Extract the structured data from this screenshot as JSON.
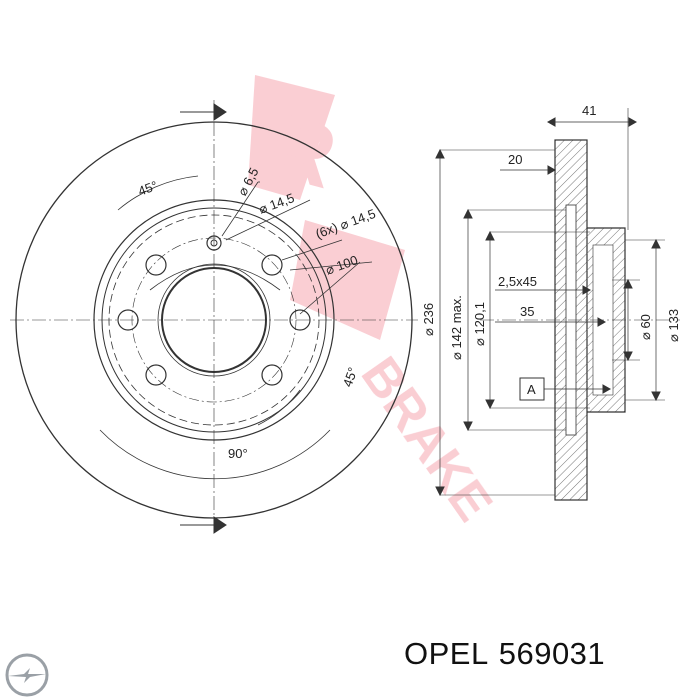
{
  "watermark": {
    "brand_r": "R",
    "brand_text": "BRAKE",
    "color": "#e8203a"
  },
  "front_view": {
    "angle_top": "45°",
    "angle_right": "45°",
    "angle_bottom": "90°",
    "pcd": "⌀ 100",
    "hole_small": "⌀ 6,5",
    "hole_large": "⌀ 14,5",
    "bolt_holes": "(6x) ⌀ 14,5"
  },
  "side_view": {
    "width_total": "41",
    "width_inner": "20",
    "chamfer": "2,5x45",
    "depth": "35",
    "diam_outer": "⌀ 236",
    "diam_max": "⌀ 142 max.",
    "diam_center": "⌀ 120,1",
    "diam_hub": "⌀ 60",
    "diam_hat": "⌀ 133",
    "datum": "A"
  },
  "caption": {
    "brand": "OPEL",
    "part_number": "569031"
  },
  "colors": {
    "line": "#333333",
    "hatch": "#555555",
    "logo": "#9aa0a6"
  }
}
